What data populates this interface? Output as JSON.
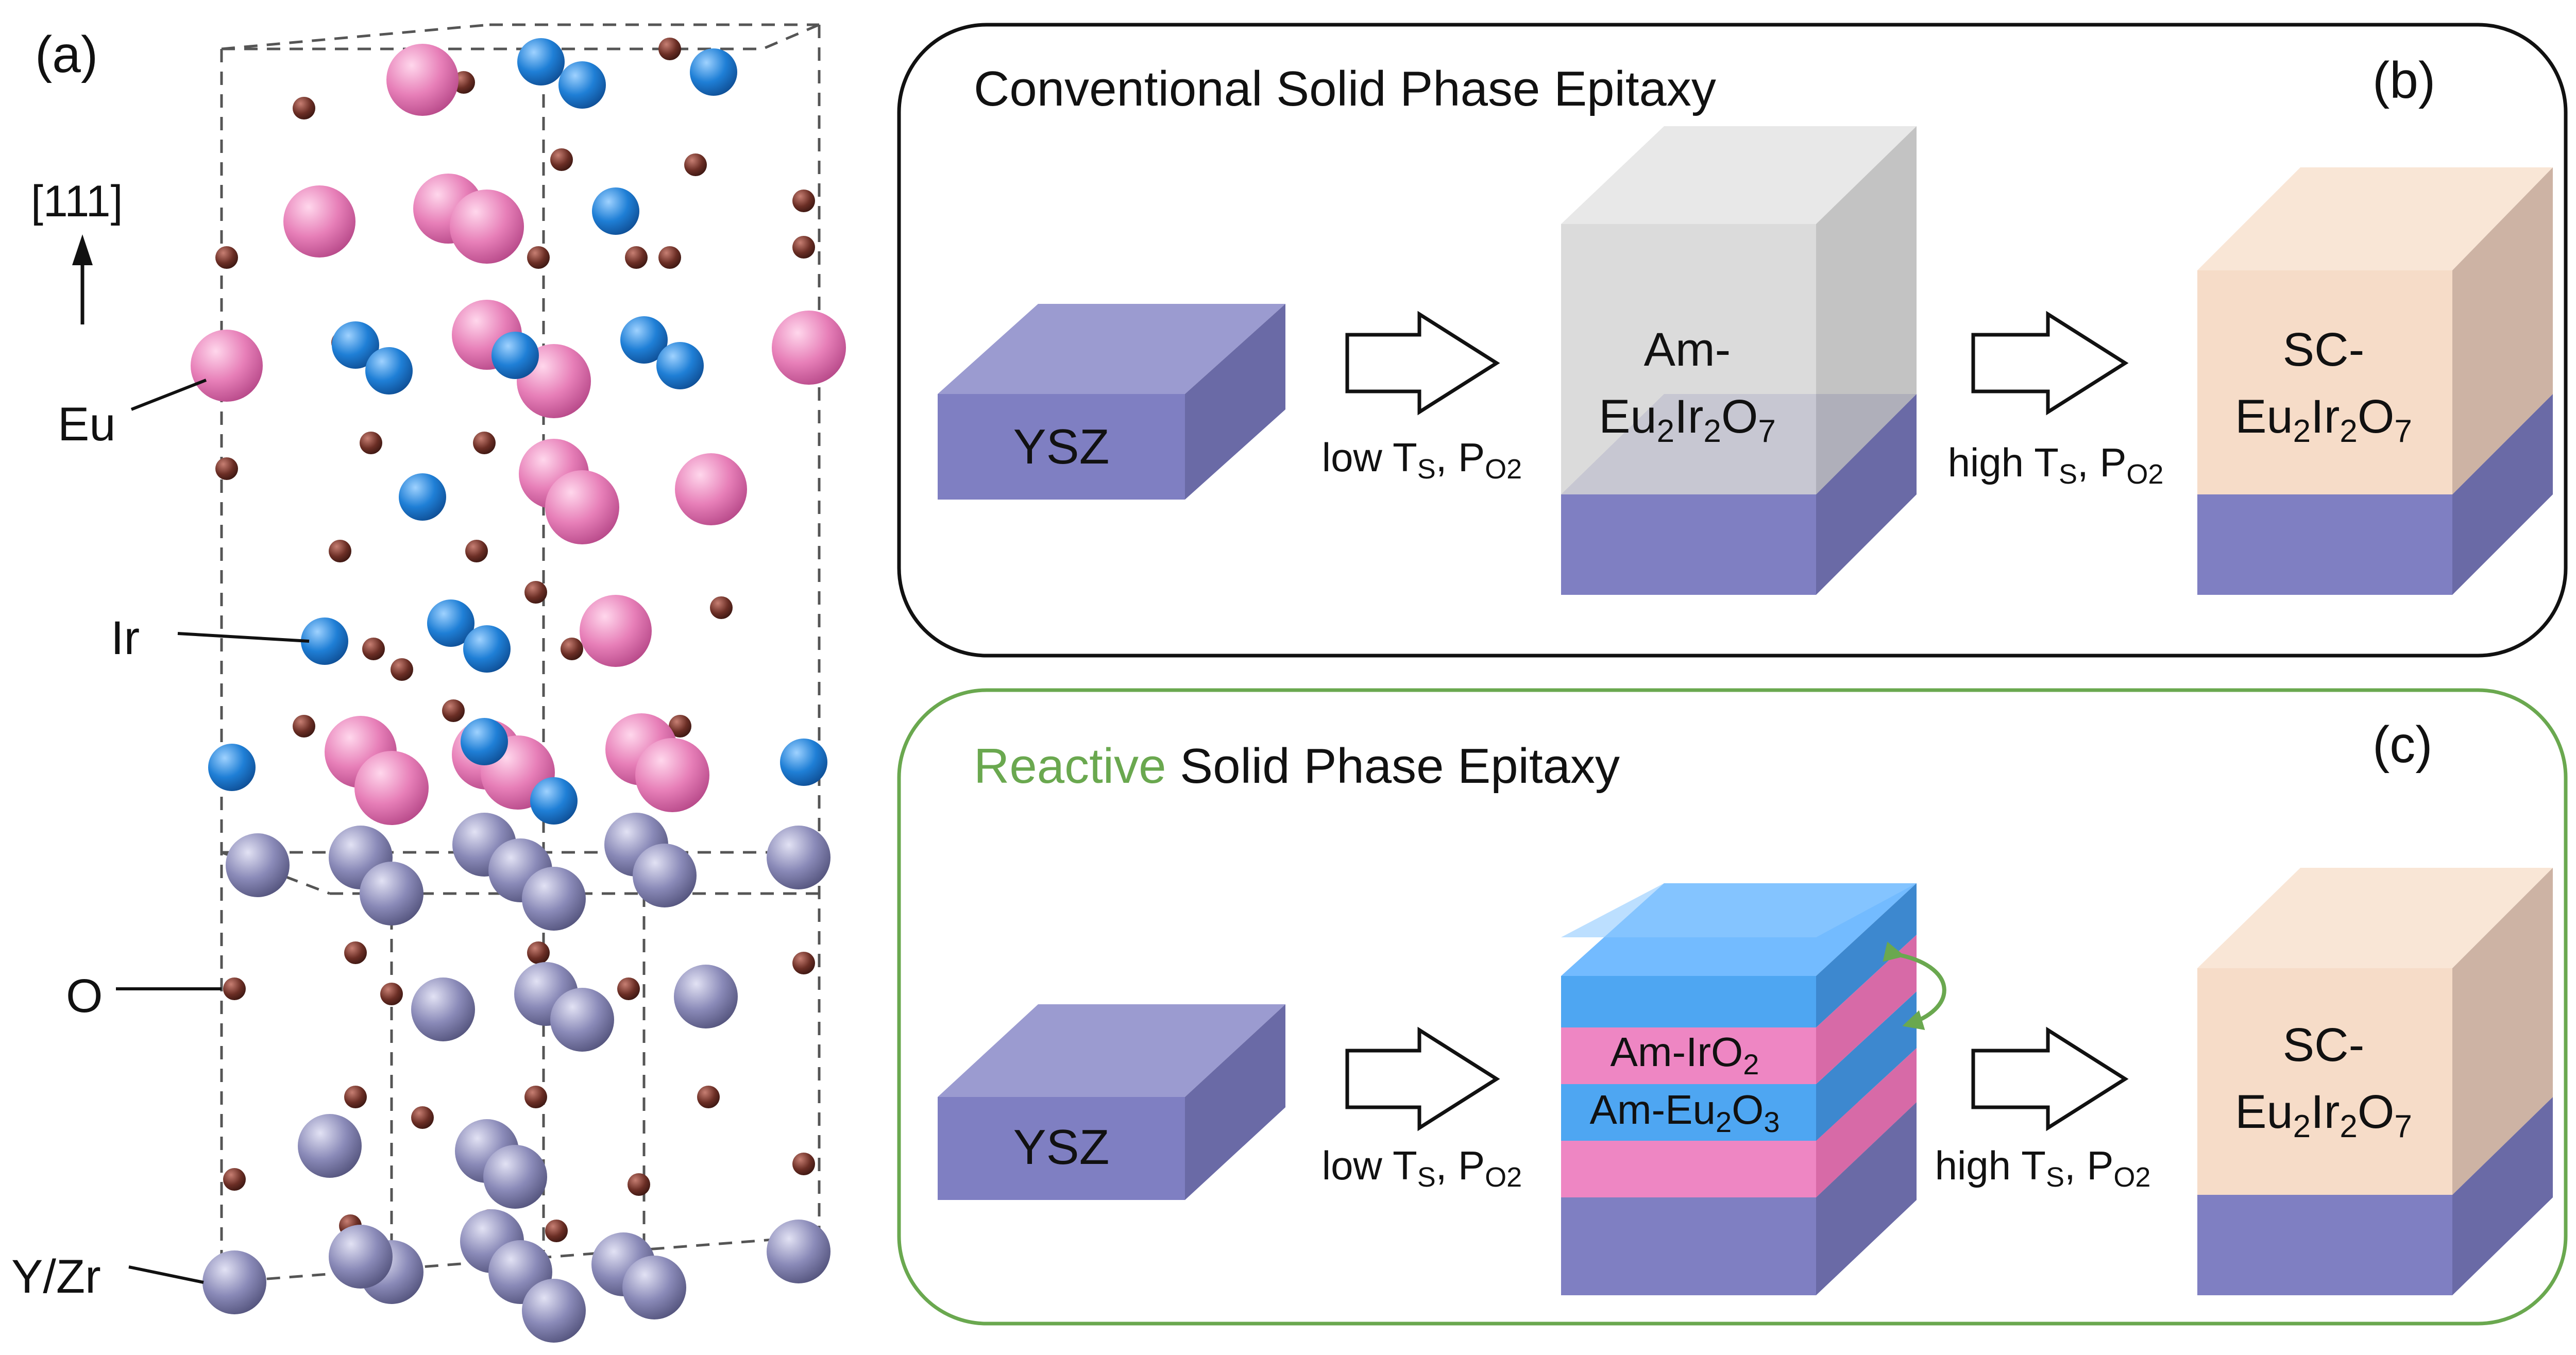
{
  "panel_a": {
    "label": "(a)",
    "direction": "[111]",
    "atoms": [
      {
        "name": "Eu",
        "color": "#e77fb8"
      },
      {
        "name": "Ir",
        "color": "#1f7fd6"
      },
      {
        "name": "O",
        "color": "#6b2e25"
      },
      {
        "name": "Y/Zr",
        "color": "#8a8ab8"
      }
    ]
  },
  "panel_b": {
    "label": "(b)",
    "title": "Conventional Solid Phase Epitaxy",
    "substrate": "YSZ",
    "step1_conditions": "low T",
    "step1_T_sub": "S",
    "step1_P": "P",
    "step1_P_sub": "O2",
    "middle_line1": "Am-",
    "middle_formula": "Eu2Ir2O7",
    "step2_conditions": "high T",
    "step2_T_sub": "S",
    "step2_P": "P",
    "step2_P_sub": "O2",
    "final_line1": "SC-",
    "final_formula": "Eu2Ir2O7"
  },
  "panel_c": {
    "label": "(c)",
    "title_highlight": "Reactive",
    "title_rest": " Solid Phase Epitaxy",
    "substrate": "YSZ",
    "step1_conditions": "low T",
    "step1_T_sub": "S",
    "step1_P": "P",
    "step1_P_sub": "O2",
    "layer_top": "Am-IrO2",
    "layer_bottom": "Am-Eu2O3",
    "step2_conditions": "high T",
    "step2_T_sub": "S",
    "step2_P": "P",
    "step2_P_sub": "O2",
    "final_line1": "SC-",
    "final_formula": "Eu2Ir2O7"
  },
  "colors": {
    "ysz_front": "#7f7fc2",
    "ysz_top": "#9b9bd0",
    "ysz_side": "#6a6aa6",
    "amorphous": "#d2d2d2",
    "crystal": "#f6dcc8",
    "iro2": "#ee86c3",
    "eu2o3": "#4ea6f2",
    "reactive_green": "#6aa84f",
    "box_border": "#111111"
  }
}
